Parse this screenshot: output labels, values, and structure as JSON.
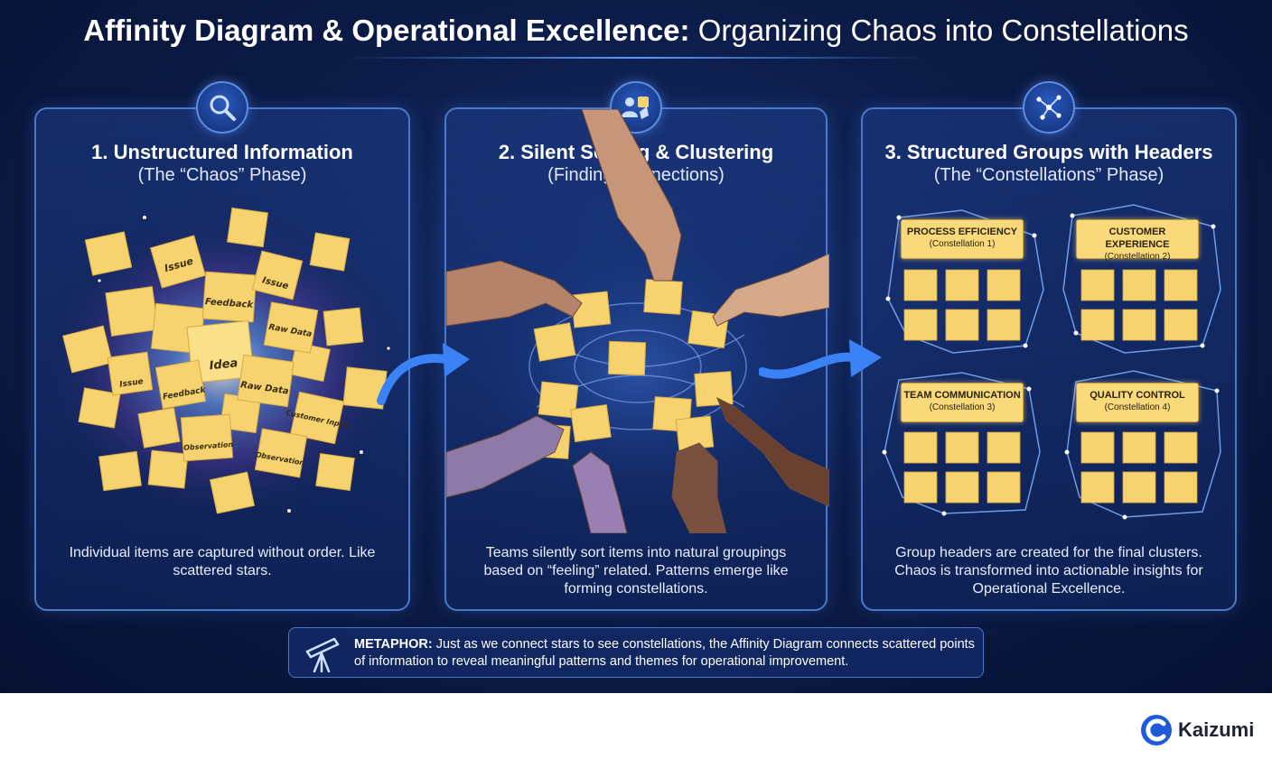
{
  "header": {
    "title_bold": "Affinity Diagram & Operational Excellence:",
    "title_light": "Organizing Chaos into Constellations"
  },
  "panels": [
    {
      "icon": "magnifier-icon",
      "title": "1. Unstructured Information",
      "subtitle": "(The “Chaos” Phase)",
      "description": "Individual items are captured without order. Like scattered stars."
    },
    {
      "icon": "team-sorting-icon",
      "title": "2. Silent Sorting & Clustering",
      "subtitle": "(Finding Connections)",
      "description": "Teams silently sort items into natural groupings based on “feeling” related. Patterns emerge like forming constellations."
    },
    {
      "icon": "constellation-icon",
      "title": "3. Structured Groups with Headers",
      "subtitle": "(The “Constellations” Phase)",
      "description": "Group headers are created for the final clusters. Chaos is transformed into actionable insights for Operational Excellence."
    }
  ],
  "chaos_notes": [
    "Issue",
    "Feedback",
    "Issue",
    "Raw Data",
    "Idea",
    "Raw Data",
    "Feedback",
    "Issue",
    "Customer Input",
    "Observation",
    "Observation"
  ],
  "groups": [
    {
      "name": "PROCESS EFFICIENCY",
      "sub": "(Constellation 1)"
    },
    {
      "name": "CUSTOMER EXPERIENCE",
      "sub": "(Constellation 2)"
    },
    {
      "name": "TEAM COMMUNICATION",
      "sub": "(Constellation 3)"
    },
    {
      "name": "QUALITY CONTROL",
      "sub": "(Constellation 4)"
    }
  ],
  "metaphor": {
    "label": "METAPHOR:",
    "text": "Just as we connect stars to see constellations, the Affinity Diagram connects scattered points of information to reveal meaningful patterns and themes for operational improvement.",
    "icon": "telescope-icon"
  },
  "brand": {
    "name": "Kaizumi",
    "icon": "kaizumi-logo-icon"
  },
  "colors": {
    "background": "#0c1c48",
    "panel_border": "#4a78c8",
    "note": "#f9d97a",
    "arrow": "#3b82f6"
  }
}
